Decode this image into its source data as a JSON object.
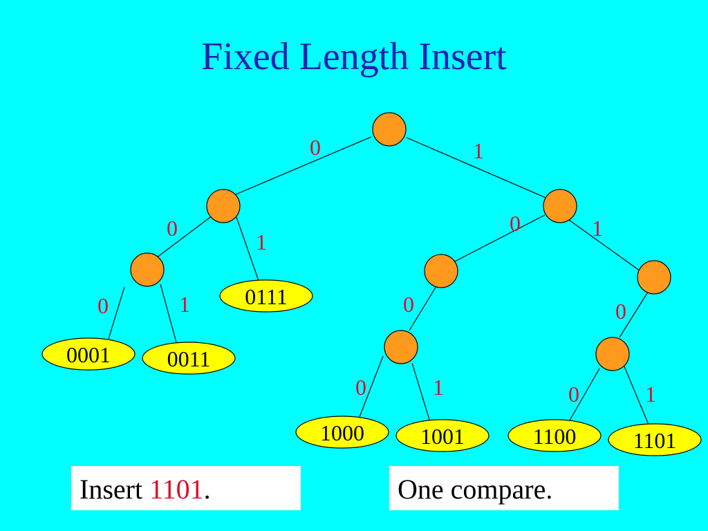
{
  "title": "Fixed Length Insert",
  "colors": {
    "background": "#00ffff",
    "title": "#1f1fb4",
    "node_fill": "#ff9a1f",
    "leaf_fill": "#ffff00",
    "edge_label": "#e00b2b",
    "line": "#000000"
  },
  "tree": {
    "nodes": [
      {
        "id": "root"
      },
      {
        "id": "n0"
      },
      {
        "id": "n00"
      },
      {
        "id": "n1"
      },
      {
        "id": "n10"
      },
      {
        "id": "n100"
      },
      {
        "id": "n11"
      },
      {
        "id": "n110"
      }
    ],
    "leaves": [
      {
        "id": "l0001",
        "label": "0001"
      },
      {
        "id": "l0011",
        "label": "0011"
      },
      {
        "id": "l0111",
        "label": "0111"
      },
      {
        "id": "l1000",
        "label": "1000"
      },
      {
        "id": "l1001",
        "label": "1001"
      },
      {
        "id": "l1100",
        "label": "1100"
      },
      {
        "id": "l1101",
        "label": "1101"
      }
    ],
    "edges": [
      {
        "from": "root",
        "to": "n0",
        "label": "0"
      },
      {
        "from": "root",
        "to": "n1",
        "label": "1"
      },
      {
        "from": "n0",
        "to": "n00",
        "label": "0"
      },
      {
        "from": "n0",
        "to": "l0111",
        "label": "1"
      },
      {
        "from": "n00",
        "to": "l0001",
        "label": "0"
      },
      {
        "from": "n00",
        "to": "l0011",
        "label": "1"
      },
      {
        "from": "n1",
        "to": "n10",
        "label": "0"
      },
      {
        "from": "n1",
        "to": "n11",
        "label": "1"
      },
      {
        "from": "n10",
        "to": "n100",
        "label": "0"
      },
      {
        "from": "n100",
        "to": "l1000",
        "label": "0"
      },
      {
        "from": "n100",
        "to": "l1001",
        "label": "1"
      },
      {
        "from": "n11",
        "to": "n110",
        "label": "0"
      },
      {
        "from": "n110",
        "to": "l1100",
        "label": "0"
      },
      {
        "from": "n110",
        "to": "l1101",
        "label": "1"
      }
    ]
  },
  "notes": {
    "left_prefix": "Insert ",
    "left_key": "1101",
    "left_suffix": ".",
    "right": "One compare."
  }
}
